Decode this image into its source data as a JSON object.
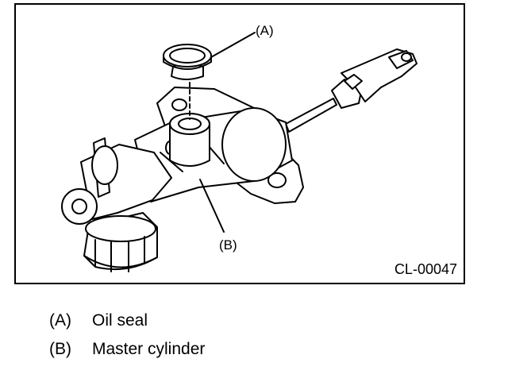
{
  "figure": {
    "code": "CL-00047",
    "callouts": {
      "a": "(A)",
      "b": "(B)"
    }
  },
  "legend": [
    {
      "key": "(A)",
      "label": "Oil seal"
    },
    {
      "key": "(B)",
      "label": "Master cylinder"
    }
  ]
}
